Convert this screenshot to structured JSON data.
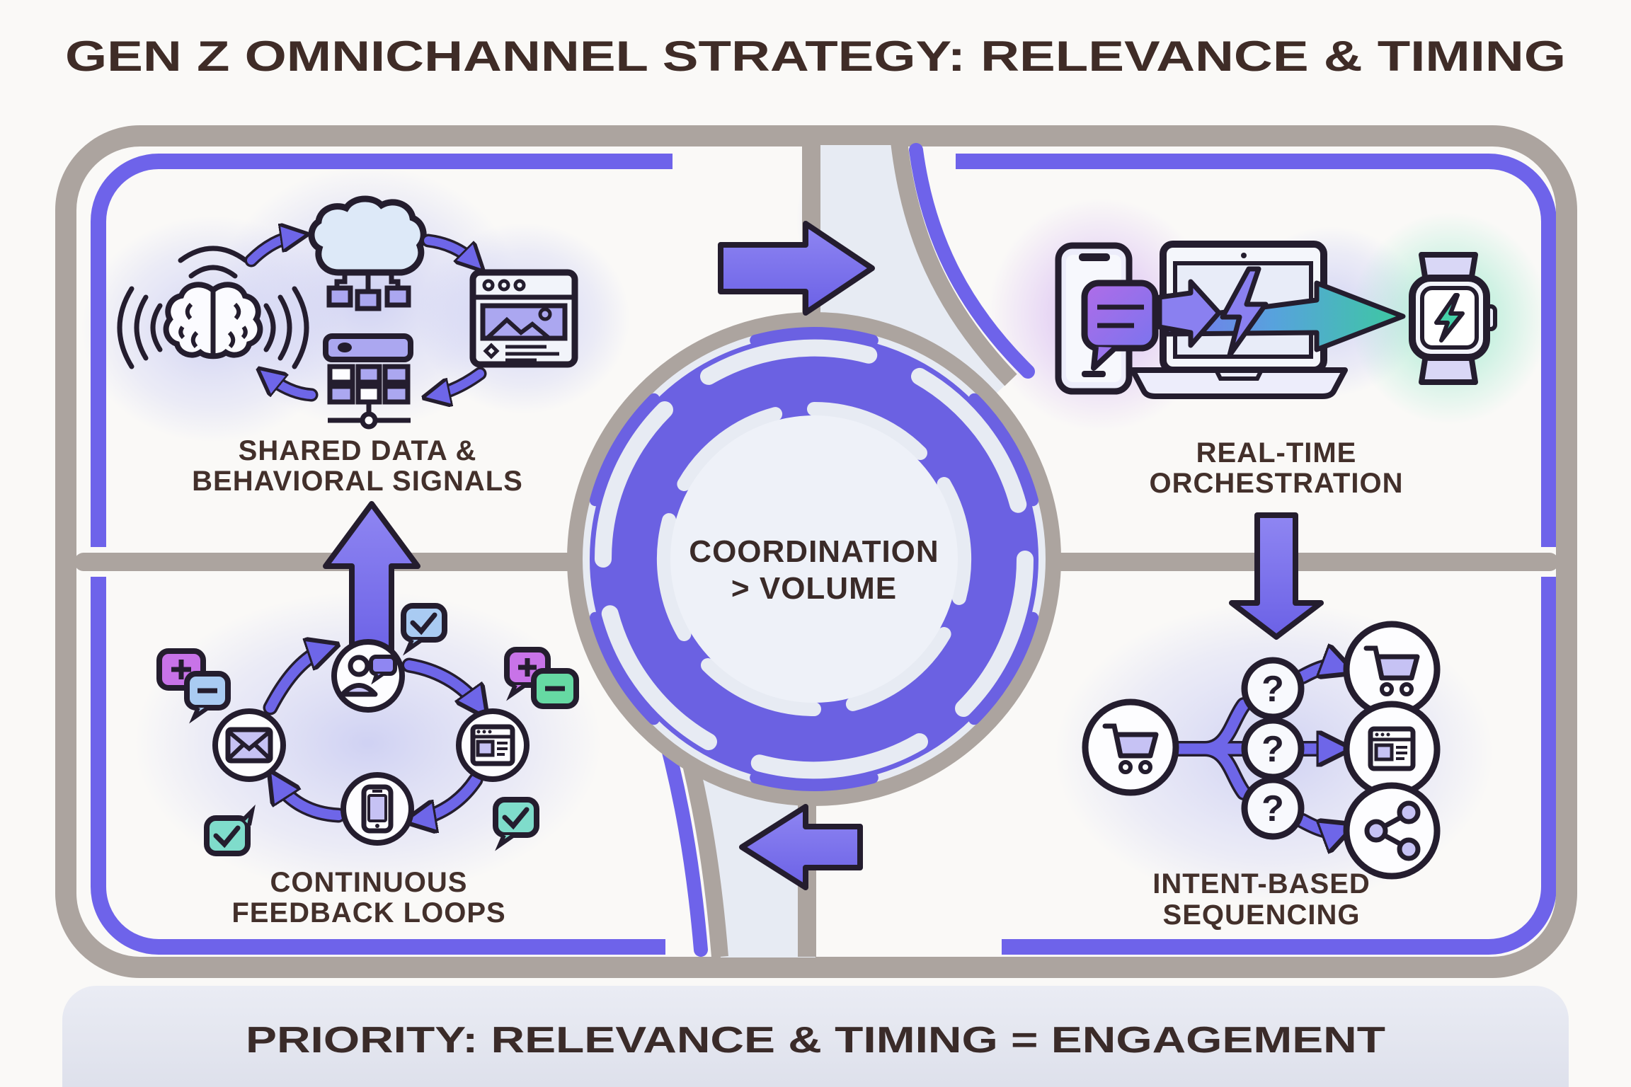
{
  "title": "GEN Z OMNICHANNEL STRATEGY: RELEVANCE & TIMING",
  "center_badge": {
    "line1": "COORDINATION",
    "line2": "> VOLUME"
  },
  "quadrants": {
    "top_left": {
      "label_line1": "SHARED DATA &",
      "label_line2": "BEHAVIORAL SIGNALS",
      "icons": [
        "brain-signals-icon",
        "data-cloud-network-icon",
        "server-stack-icon",
        "social-post-icon"
      ]
    },
    "top_right": {
      "label_line1": "REAL-TIME",
      "label_line2": "ORCHESTRATION",
      "icons": [
        "smartphone-chat-icon",
        "laptop-bolt-icon",
        "smartwatch-bolt-icon"
      ]
    },
    "bottom_left": {
      "label_line1": "CONTINUOUS",
      "label_line2": "FEEDBACK LOOPS",
      "icons": [
        "person-chat-icon",
        "email-icon",
        "browser-icon",
        "phone-icon",
        "plus-bubble-icon",
        "minus-bubble-icon",
        "check-bubble-icon"
      ]
    },
    "bottom_right": {
      "label_line1": "INTENT-BASED",
      "label_line2": "SEQUENCING",
      "question_mark": "?",
      "icons": [
        "cart-icon",
        "question-node-icon",
        "browser-icon",
        "share-icon"
      ]
    }
  },
  "footer": {
    "text": "PRIORITY: RELEVANCE & TIMING = ENGAGEMENT"
  },
  "colors": {
    "accent_purple": "#6e63ea",
    "swirl_purple": "#6b61e2",
    "arrow_purple": "#7c74ee",
    "frame_gray": "#aca49f",
    "text_dark": "#3f2c27",
    "channel_fill": "#e7ebf3",
    "teal": "#3dc9a0",
    "glow_lavender": "#b9bcf0"
  }
}
